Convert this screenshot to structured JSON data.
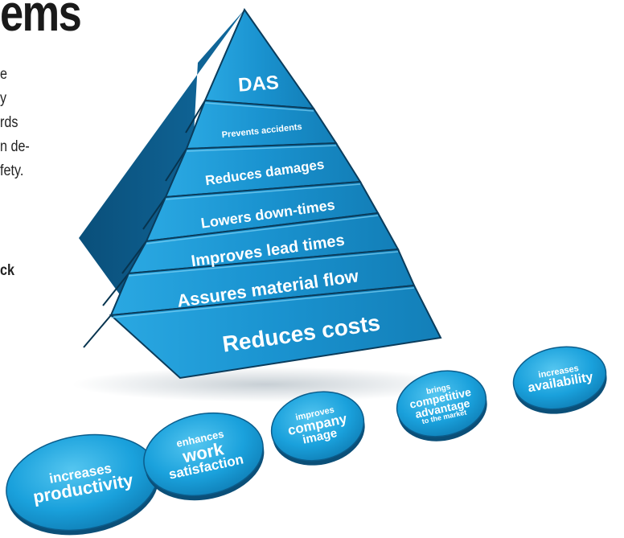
{
  "heading_fragment": "ems",
  "side_text_fragments": [
    "e",
    "y",
    "rds",
    "n de-",
    "fety.",
    "ck"
  ],
  "pyramid": {
    "apex_label": "DAS",
    "layers": [
      "Prevents accidents",
      "Reduces damages",
      "Lowers down-times",
      "Improves lead times",
      "Assures material flow",
      "Reduces costs"
    ]
  },
  "benefit_discs": [
    [
      "increases",
      "productivity"
    ],
    [
      "enhances",
      "work",
      "satisfaction"
    ],
    [
      "improves",
      "company",
      "image"
    ],
    [
      "brings",
      "competitive",
      "advantage",
      "to the market"
    ],
    [
      "increases",
      "availability"
    ]
  ],
  "colors": {
    "pyramid_front": "#1e9bd8",
    "pyramid_side": "#0e5f8f",
    "layer_edge": "#0a3c5c",
    "disc_fill": "#1aa3dd",
    "disc_edge": "#0b4f78",
    "text_dark": "#1a1a1a"
  }
}
